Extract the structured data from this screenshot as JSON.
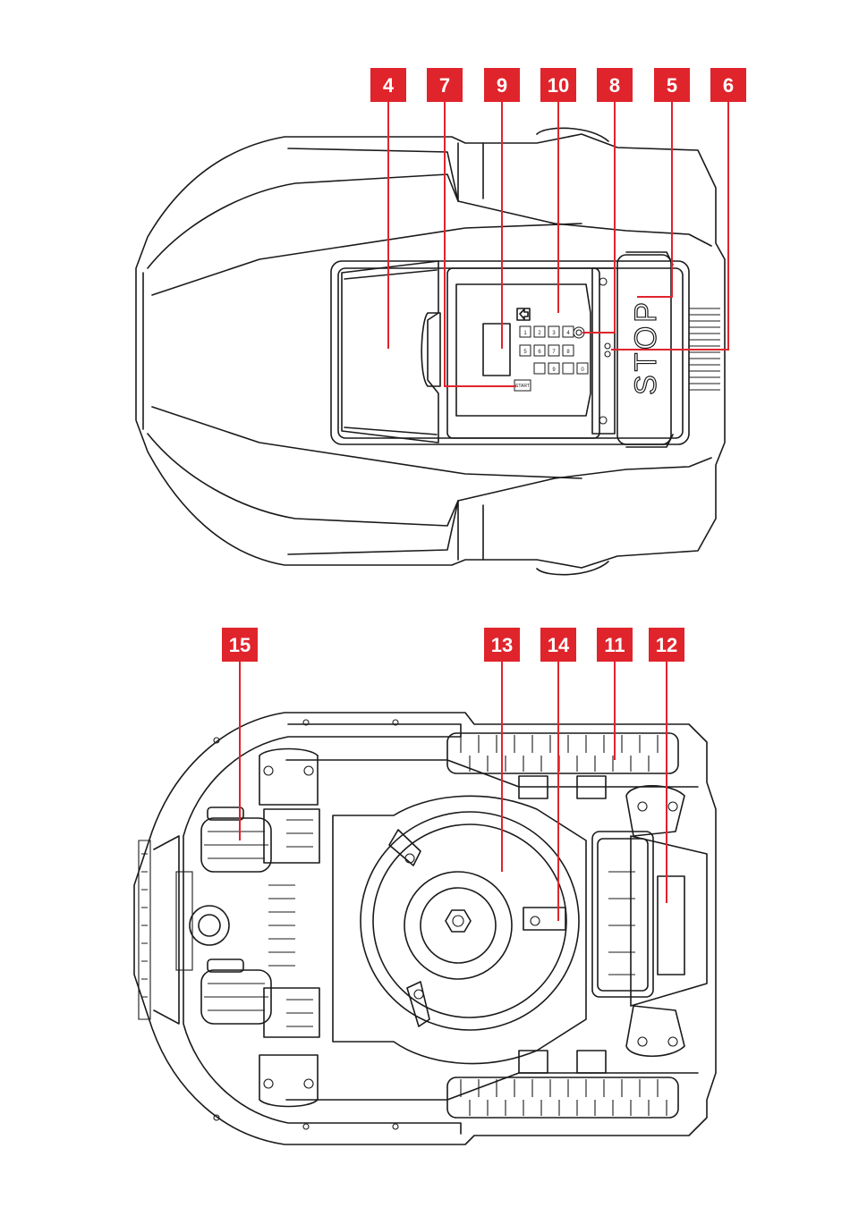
{
  "top_view": {
    "callouts": [
      {
        "id": "c4",
        "label": "4"
      },
      {
        "id": "c7",
        "label": "7"
      },
      {
        "id": "c9",
        "label": "9"
      },
      {
        "id": "c10",
        "label": "10"
      },
      {
        "id": "c8",
        "label": "8"
      },
      {
        "id": "c5",
        "label": "5"
      },
      {
        "id": "c6",
        "label": "6"
      }
    ],
    "stop_text": "STOP",
    "start_text": "START",
    "keypad": [
      "1",
      "2",
      "3",
      "4",
      "5",
      "6",
      "7",
      "8",
      "9",
      "0"
    ]
  },
  "bottom_view": {
    "callouts": [
      {
        "id": "c15",
        "label": "15"
      },
      {
        "id": "c13",
        "label": "13"
      },
      {
        "id": "c14",
        "label": "14"
      },
      {
        "id": "c11",
        "label": "11"
      },
      {
        "id": "c12",
        "label": "12"
      }
    ]
  },
  "colors": {
    "accent": "#e0242c",
    "line": "#1a1a1a"
  }
}
